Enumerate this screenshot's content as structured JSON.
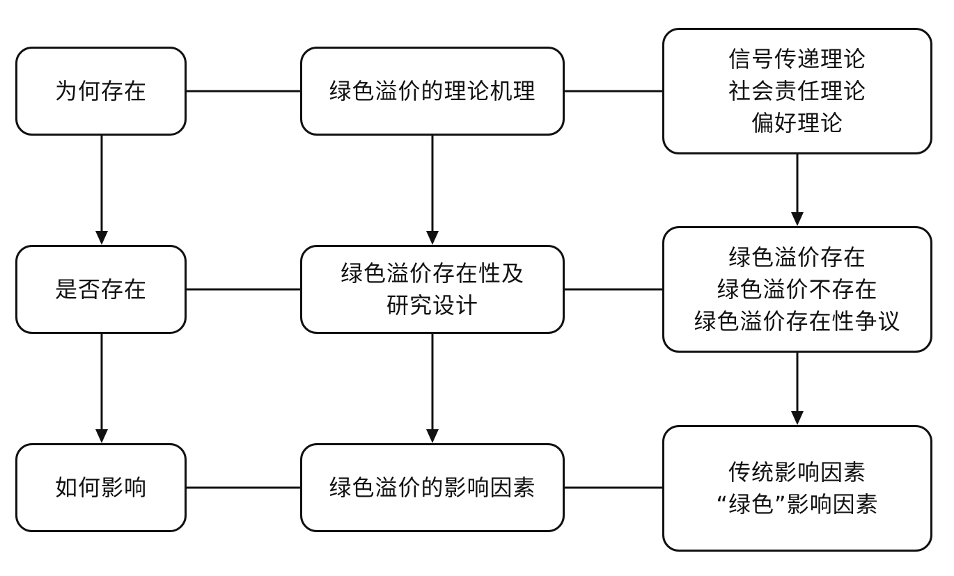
{
  "diagram": {
    "rows": [
      {
        "question": "为何存在",
        "topic": "绿色溢价的理论机理",
        "details": [
          "信号传递理论",
          "社会责任理论",
          "偏好理论"
        ]
      },
      {
        "question": "是否存在",
        "topic_lines": [
          "绿色溢价存在性及",
          "研究设计"
        ],
        "details": [
          "绿色溢价存在",
          "绿色溢价不存在",
          "绿色溢价存在性争议"
        ]
      },
      {
        "question": "如何影响",
        "topic": "绿色溢价的影响因素",
        "details": [
          "传统影响因素",
          "“绿色”影响因素"
        ]
      }
    ],
    "colors": {
      "stroke": "#111111",
      "background": "#ffffff",
      "text": "#111111"
    }
  }
}
